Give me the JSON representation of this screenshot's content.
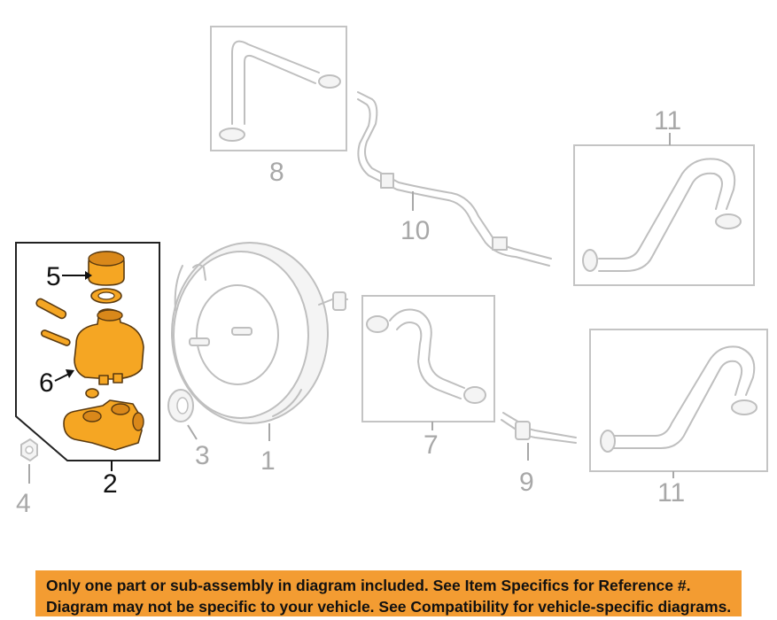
{
  "callouts": {
    "c1": "1",
    "c2": "2",
    "c3": "3",
    "c4": "4",
    "c5": "5",
    "c6": "6",
    "c7": "7",
    "c8": "8",
    "c9": "9",
    "c10": "10",
    "c11a": "11",
    "c11b": "11"
  },
  "notice": {
    "line1": "Only one part or sub-assembly in diagram included. See Item Specifics for Reference #.",
    "line2": "Diagram may not be specific to your vehicle. See Compatibility for vehicle-specific diagrams."
  },
  "colors": {
    "highlight": "#f5a623",
    "banner": "#f39c32",
    "linework": "#bfbfbf"
  }
}
